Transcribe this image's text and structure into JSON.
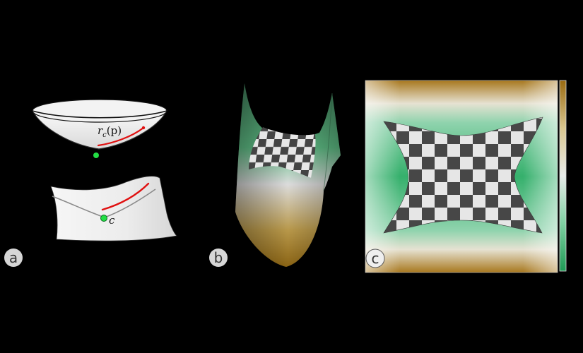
{
  "figure": {
    "panels": [
      {
        "id": "a",
        "label": "a"
      },
      {
        "id": "b",
        "label": "b"
      },
      {
        "id": "c",
        "label": "c"
      }
    ],
    "annotations": {
      "curve_label": "r_c(p)",
      "curve_label_main": "r",
      "curve_label_sub": "c",
      "curve_label_arg": "(p)",
      "point_label": "c"
    },
    "colors": {
      "background": "#000000",
      "surface_light": "#f2f2f2",
      "curve": "#e01010",
      "point": "#22dd44",
      "colormap_low": "#2fb36b",
      "colormap_mid": "#ececec",
      "colormap_high": "#a8781e",
      "checker_dark": "#444444",
      "checker_light": "#e8e8e8"
    }
  }
}
